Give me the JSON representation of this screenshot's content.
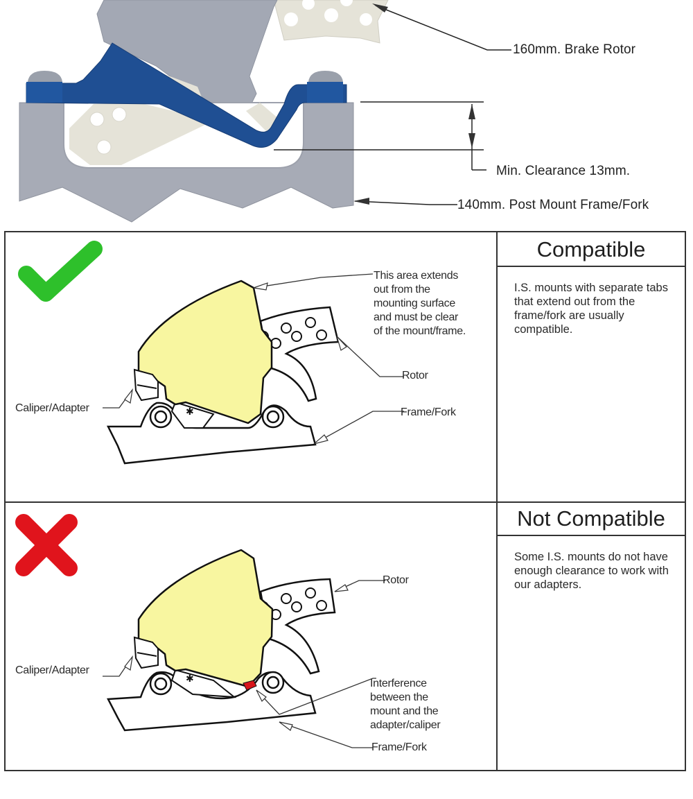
{
  "top_diagram": {
    "labels": {
      "rotor": "160mm. Brake Rotor",
      "clearance": "Min. Clearance 13mm.",
      "mount": "140mm. Post Mount Frame/Fork"
    },
    "colors": {
      "adapter": "#1f4f93",
      "caliper": "#a3a8b4",
      "mount": "#a7abb6",
      "rotor": "#e4e2d6"
    }
  },
  "table": {
    "rows": [
      {
        "status": "compatible",
        "icon": "check-icon",
        "icon_color": "#2ec02b",
        "heading": "Compatible",
        "description": "I.S. mounts with separate tabs that extend out from the frame/fork are usually compatible.",
        "labels": {
          "area": [
            "This area extends",
            "out from the",
            "mounting surface",
            "and must be clear",
            "of the mount/frame."
          ],
          "rotor": "Rotor",
          "caliper": "Caliper/Adapter",
          "frame": "Frame/Fork"
        }
      },
      {
        "status": "not-compatible",
        "icon": "cross-icon",
        "icon_color": "#e0141c",
        "heading": "Not Compatible",
        "description": "Some I.S. mounts do not have enough clearance to work with our adapters.",
        "labels": {
          "rotor": "Rotor",
          "caliper": "Caliper/Adapter",
          "interference": [
            "Interference",
            "between the",
            "mount and the",
            "adapter/caliper"
          ],
          "frame": "Frame/Fork"
        },
        "interference_color": "#d8151b"
      }
    ],
    "caliper_fill": "#f8f6a0"
  }
}
